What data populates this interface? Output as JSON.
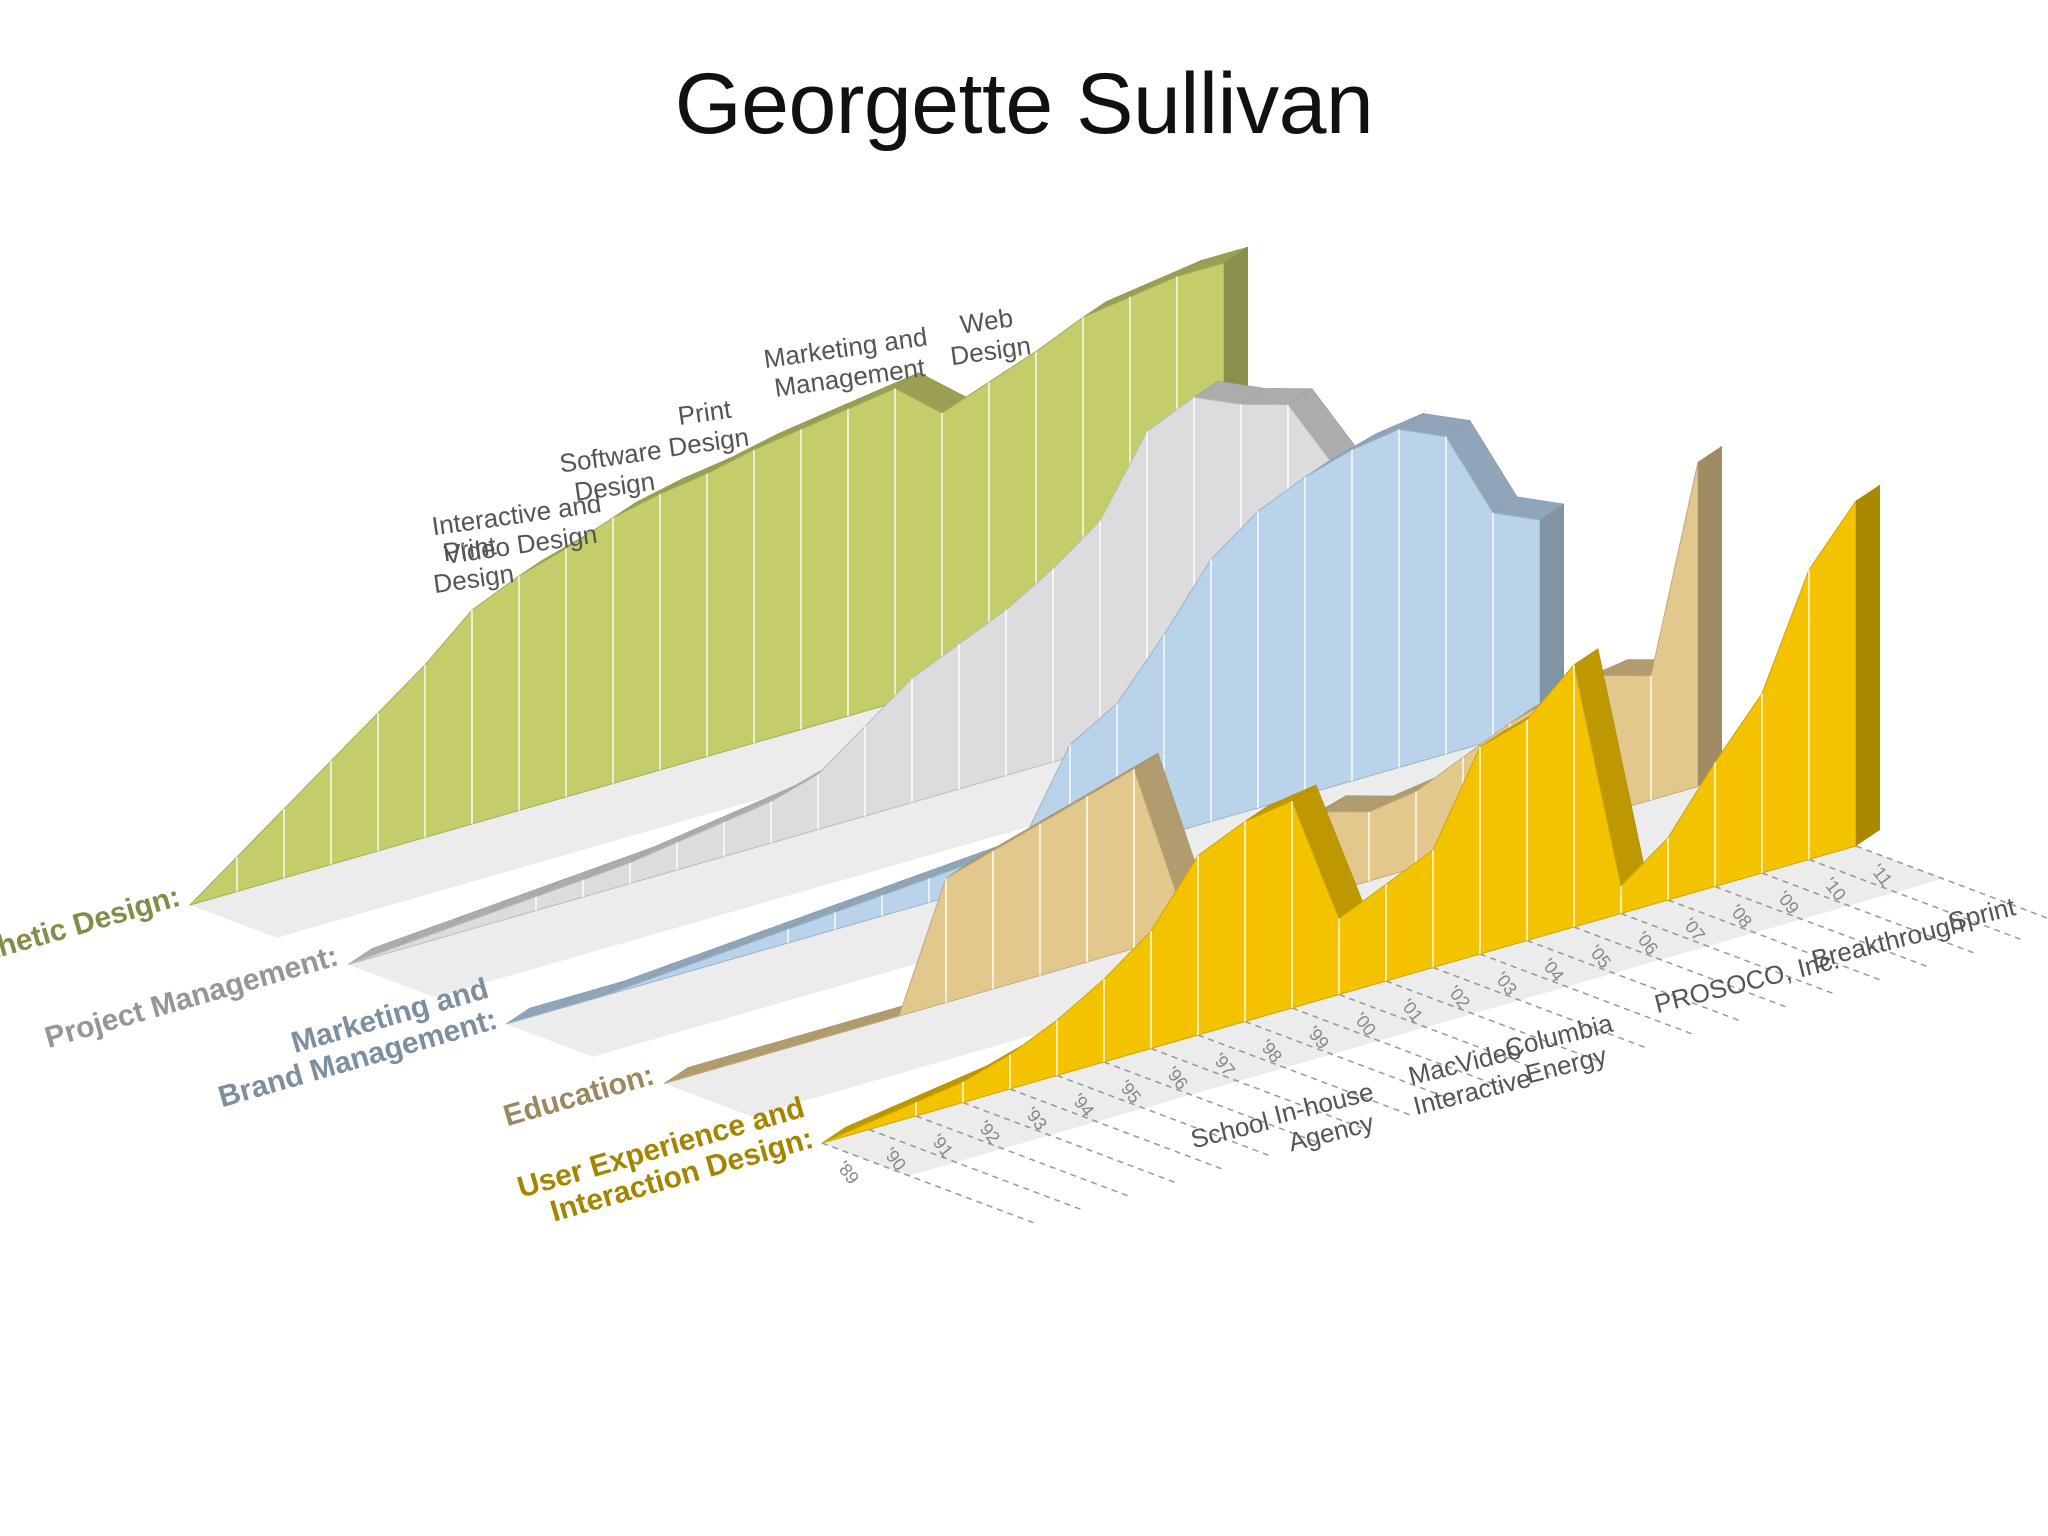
{
  "title": "Georgette Sullivan",
  "chart_data": {
    "type": "area",
    "subtype": "3d-stacked-ribbon-timeline",
    "x_ticks": [
      "'89",
      "'90",
      "'91",
      "'92",
      "'93",
      "'94",
      "'95",
      "'96",
      "'97",
      "'98",
      "'99",
      "'00",
      "'01",
      "'02",
      "'03",
      "'04",
      "'05",
      "'06",
      "'07",
      "'08",
      "'09",
      "'10",
      "'11"
    ],
    "employers": [
      {
        "label": "School",
        "x": "'95"
      },
      {
        "label": "In-house\nAgency",
        "x": "'97"
      },
      {
        "label": "MacVideo\nInteractive",
        "x": "'00"
      },
      {
        "label": "Columbia\nEnergy",
        "x": "'02"
      },
      {
        "label": "PROSOCO, Inc.",
        "x": "'06"
      },
      {
        "label": "Breakthrough",
        "x": "'09"
      },
      {
        "label": "Sprint",
        "x": "'11"
      }
    ],
    "series": [
      {
        "name": "Aesthetic Design:",
        "color": "#c5cc6a",
        "values": [
          0,
          10,
          20,
          30,
          40,
          50,
          62,
          68,
          72,
          77,
          80,
          82,
          85,
          87,
          89,
          91,
          80,
          85,
          90,
          96,
          98,
          100,
          100
        ],
        "phase_labels": [
          {
            "label": "Print\nDesign",
            "x": "'95"
          },
          {
            "label": "Interactive and\nVideo Design",
            "x": "'96"
          },
          {
            "label": "Software\nDesign",
            "x": "'98"
          },
          {
            "label": "Print\nDesign",
            "x": "'00"
          },
          {
            "label": "Marketing and\nManagement",
            "x": "'03"
          },
          {
            "label": "Web\nDesign",
            "x": "'06"
          }
        ]
      },
      {
        "name": "Project Management:",
        "color": "#dcdcdf",
        "values": [
          0,
          1,
          2,
          3,
          4,
          5,
          6,
          8,
          10,
          12,
          16,
          26,
          36,
          42,
          48,
          56,
          66,
          88,
          94,
          88,
          84,
          62,
          56
        ]
      },
      {
        "name": "Marketing and\nBrand Management:",
        "color": "#b8d3ea",
        "values": [
          0,
          0,
          0,
          1,
          2,
          3,
          4,
          5,
          6,
          7,
          8,
          10,
          34,
          42,
          58,
          76,
          86,
          92,
          96,
          98,
          92,
          66,
          60
        ]
      },
      {
        "name": "Education:",
        "color": "#e3c88e",
        "values": [
          0,
          0,
          0,
          0,
          0,
          0,
          36,
          40,
          44,
          48,
          52,
          8,
          12,
          20,
          24,
          20,
          22,
          28,
          34,
          38,
          40,
          36,
          94
        ]
      },
      {
        "name": "User Experience and\nInteraction Design:",
        "color": "#f3c300",
        "values": [
          0,
          2,
          4,
          6,
          10,
          16,
          24,
          34,
          52,
          58,
          60,
          22,
          28,
          34,
          60,
          64,
          76,
          8,
          18,
          36,
          52,
          84,
          100
        ]
      }
    ]
  }
}
